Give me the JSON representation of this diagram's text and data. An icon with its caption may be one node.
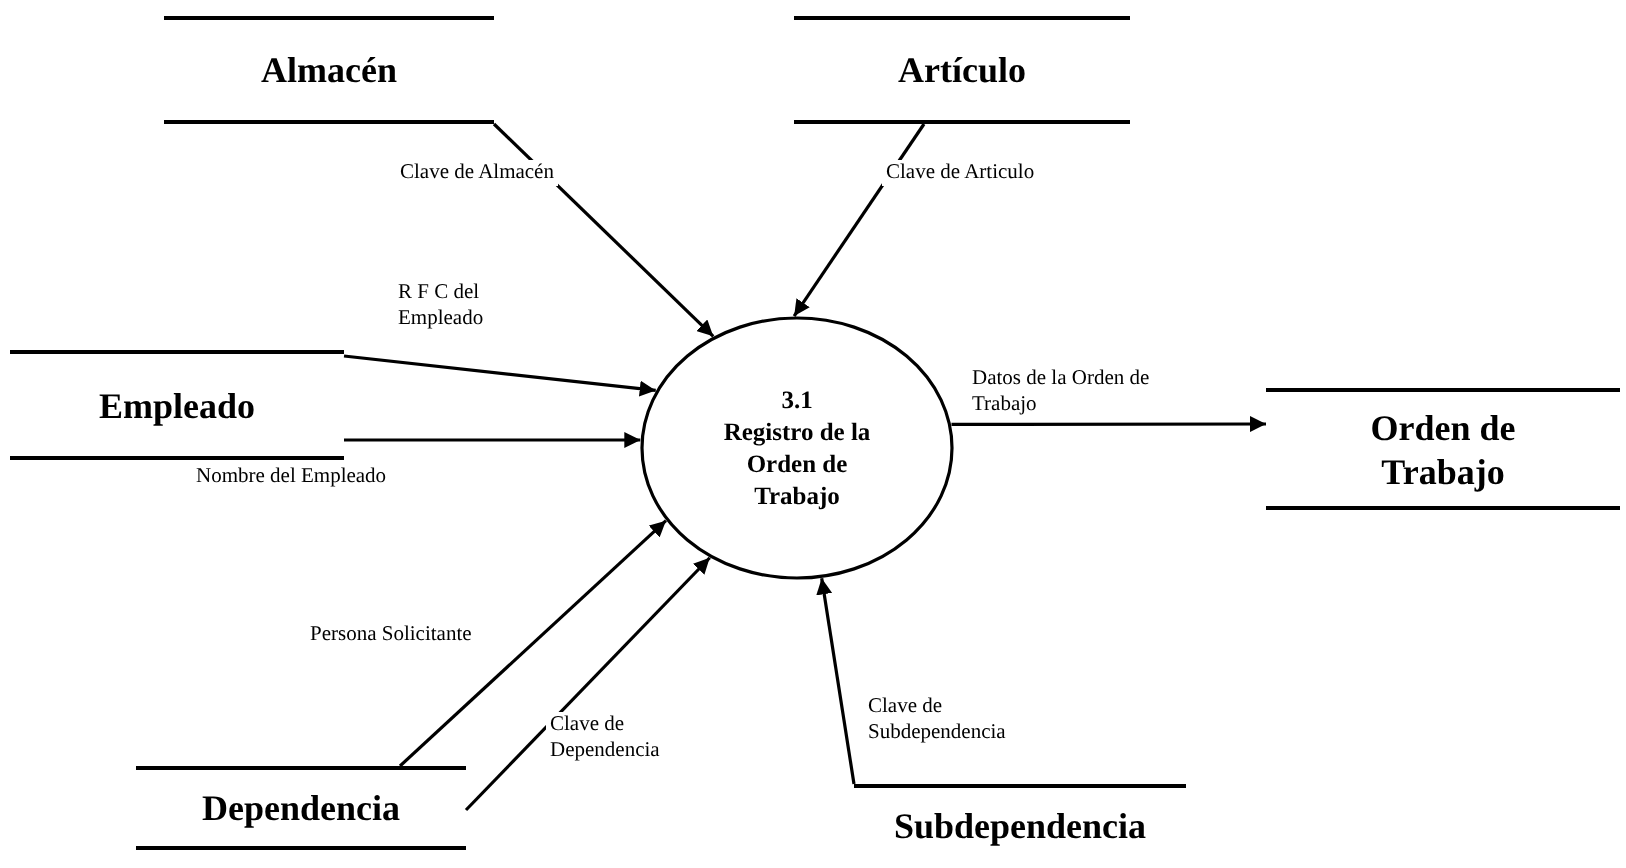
{
  "diagram": {
    "nodes": [
      {
        "text": [
          "Almacén"
        ]
      },
      {
        "text": [
          "Artículo"
        ]
      },
      {
        "text": [
          "Empleado"
        ]
      },
      {
        "text": [
          "Orden de Trabajo"
        ]
      },
      {
        "text": [
          "3.1",
          "Registro de la Orden de Trabajo"
        ]
      },
      {
        "text": [
          "Dependencia"
        ]
      },
      {
        "text": [
          "Subdependencia"
        ]
      }
    ],
    "edges": [
      {
        "from": 0,
        "to": 4,
        "arrow": "to",
        "label": "Clave de Almacén"
      },
      {
        "from": 1,
        "to": 4,
        "arrow": "to",
        "label": "Clave de Articulo"
      },
      {
        "from": 2,
        "to": 4,
        "arrow": "to",
        "label": "R F C del Empleado"
      },
      {
        "from": 2,
        "to": 4,
        "arrow": "to",
        "label": "Nombre del Empleado"
      },
      {
        "from": 4,
        "to": 3,
        "arrow": "to",
        "label": "Datos de la Orden de Trabajo"
      },
      {
        "from": 5,
        "to": 4,
        "arrow": "to",
        "label": "Persona Solicitante"
      },
      {
        "from": 5,
        "to": 4,
        "arrow": "to",
        "label": "Clave de Dependencia"
      },
      {
        "from": 6,
        "to": 4,
        "arrow": "to",
        "label": "Clave de Subdependencia"
      }
    ]
  }
}
